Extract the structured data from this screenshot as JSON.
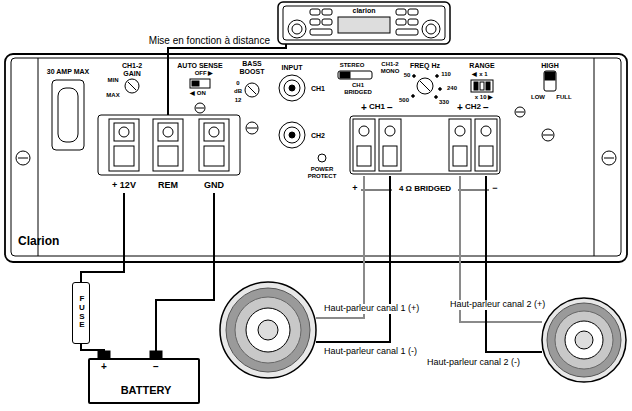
{
  "diagram": {
    "nodes": [
      {
        "text": [
          "clarion"
        ]
      },
      {
        "text": [
          "Clarion"
        ]
      },
      {
        "text": [
          "+ 12V"
        ],
        "in": 1
      },
      {
        "text": [
          "REM"
        ],
        "in": 1
      },
      {
        "text": [
          "GND"
        ],
        "in": 1
      },
      {
        "text": [
          "+",
          "CH1",
          "−"
        ],
        "in": 1
      },
      {
        "text": [
          "+",
          "CH2",
          "−"
        ],
        "in": 1
      },
      {
        "text": [
          "Haut-parleur canal 1 (+)",
          "Haut-parleur canal 1 (-)"
        ]
      },
      {
        "text": [
          "Haut-parleur canal 2 (+)",
          "Haut-parleur canal 2 (-)"
        ]
      },
      {
        "text": [
          "FUSE"
        ]
      },
      {
        "text": [
          "BATTERY"
        ]
      }
    ],
    "edges": [
      {
        "from": 0,
        "to": 3,
        "label": "Mise en fonction à distance",
        "arrow": "none"
      },
      {
        "from": 10,
        "to": 9,
        "arrow": "none"
      },
      {
        "from": 9,
        "to": 2,
        "arrow": "none"
      },
      {
        "from": 10,
        "to": 4,
        "arrow": "none"
      },
      {
        "from": 5,
        "to": 7,
        "arrow": "none"
      },
      {
        "from": 5,
        "to": 7,
        "arrow": "none"
      },
      {
        "from": 6,
        "to": 8,
        "arrow": "none"
      },
      {
        "from": 6,
        "to": 8,
        "arrow": "none"
      }
    ],
    "labels": [
      "30 AMP MAX",
      "CH1-2",
      "GAIN",
      "MIN",
      "MAX",
      "AUTO SENSE",
      "OFF ▶",
      "◀ ON",
      "BASS BOOST",
      "0",
      "dB",
      "12",
      "INPUT",
      "CH1",
      "CH2",
      "POWER PROTECT",
      "STEREO",
      "CH1-2 MONO",
      "CH1 BRIDGED",
      "FREQ Hz",
      "50",
      "110",
      "240",
      "500",
      "330",
      "RANGE",
      "◀ x 1",
      "x 10 ▶",
      "HIGH",
      "LOW",
      "FULL",
      "+",
      "4 Ω BRIDGED",
      "−",
      "+",
      "−"
    ]
  }
}
